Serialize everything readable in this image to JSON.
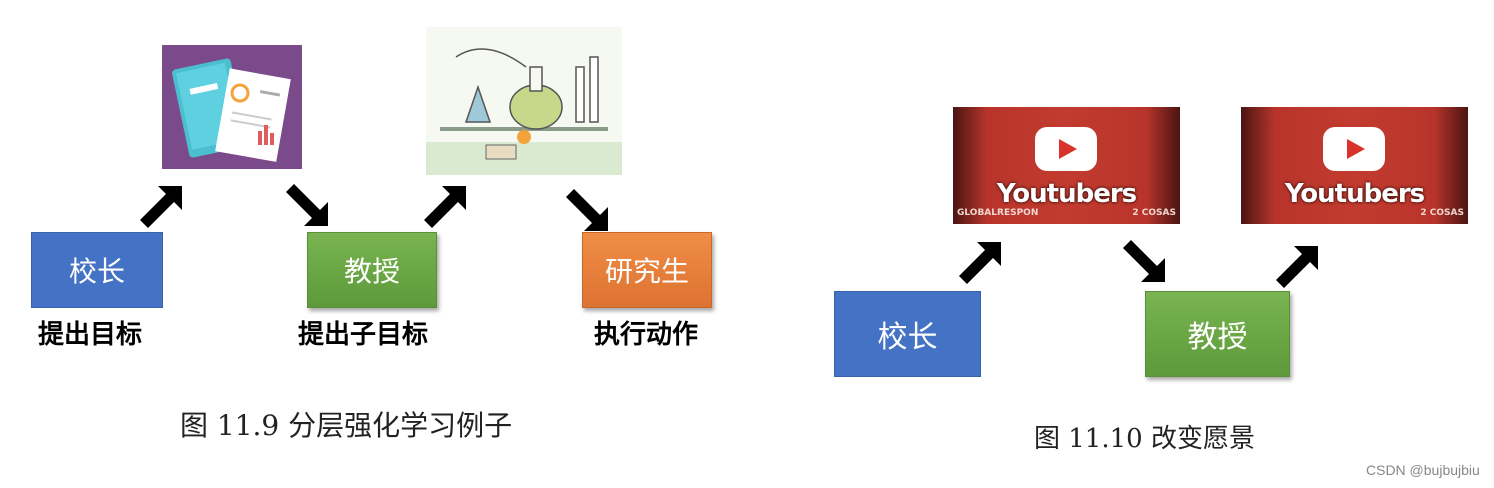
{
  "left_diagram": {
    "box_principal": "校长",
    "box_professor": "教授",
    "box_student": "研究生",
    "label_goal": "提出目标",
    "label_subgoal": "提出子目标",
    "label_action": "执行动作",
    "caption": "图 11.9   分层强化学习例子"
  },
  "right_diagram": {
    "box_principal": "校长",
    "box_professor": "教授",
    "thumb_title": "Youtubers",
    "thumb_small_left": "GLOBALRESPON",
    "thumb_small_right": "2 COSAS",
    "caption": "图 11.10   改变愿景"
  },
  "watermark": "CSDN @bujbujbiu",
  "colors": {
    "blue": "#4472c4",
    "green": "#6aa84f",
    "orange": "#e57c3a",
    "purple": "#7b4a8b",
    "youtube_red": "#c33b2f"
  }
}
